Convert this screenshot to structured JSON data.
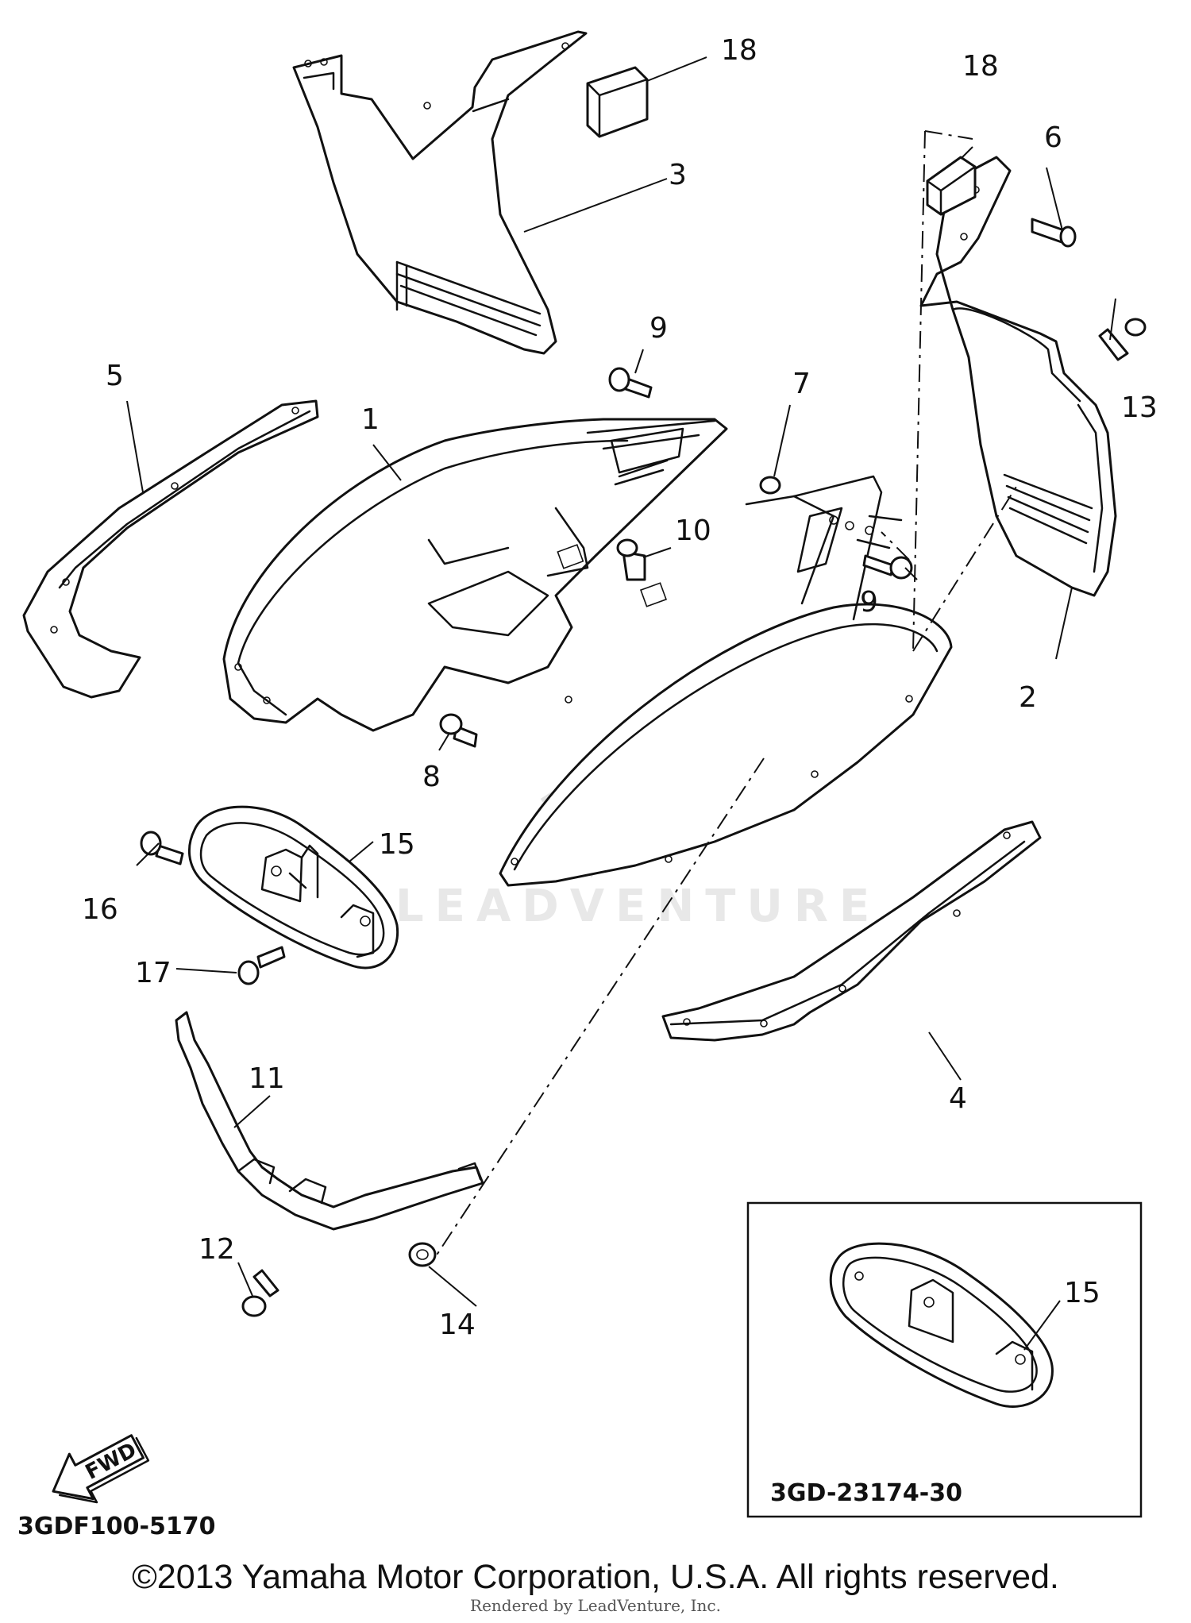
{
  "diagram": {
    "callouts": [
      "1",
      "2",
      "3",
      "4",
      "5",
      "6",
      "7",
      "8",
      "9",
      "9",
      "10",
      "11",
      "12",
      "13",
      "14",
      "15",
      "15",
      "16",
      "17",
      "18",
      "18"
    ],
    "diagram_code": "3GDF100-5170",
    "inset_part_number": "3GD-23174-30",
    "fwd_label": "FWD",
    "watermark": "LEADVENTURE"
  },
  "footer": {
    "copyright": "©2013 Yamaha Motor Corporation, U.S.A. All rights reserved.",
    "rendered_by": "Rendered by LeadVenture, Inc."
  }
}
